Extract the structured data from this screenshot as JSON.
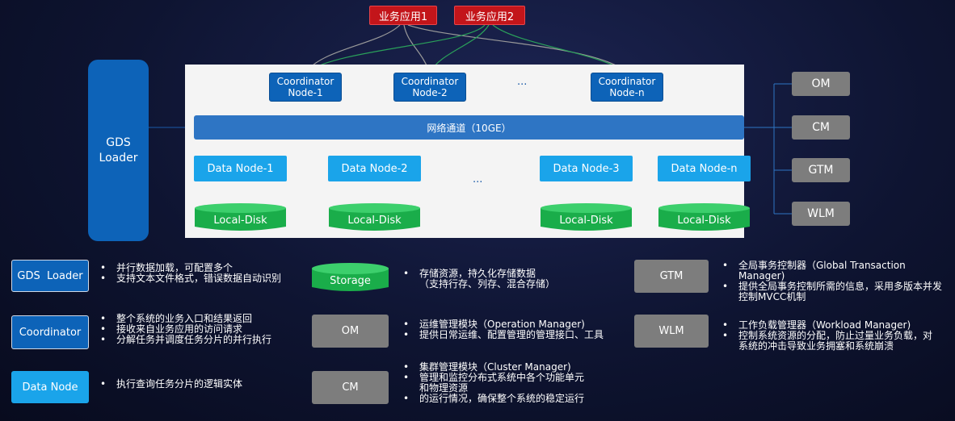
{
  "apps": [
    "业务应用1",
    "业务应用2"
  ],
  "coordinators": [
    "Coordinator\nNode-1",
    "Coordinator\nNode-2",
    "Coordinator\nNode-n"
  ],
  "ellipsis": "···",
  "network": "网络通道（10GE）",
  "data_nodes": [
    "Data Node-1",
    "Data Node-2",
    "Data Node-3",
    "Data Node-n"
  ],
  "disk_label": "Local-Disk",
  "gds_loader": "GDS\nLoader",
  "right_boxes": [
    "OM",
    "CM",
    "GTM",
    "WLM"
  ],
  "legend": {
    "gds": {
      "label": "GDS  Loader",
      "bullets": [
        "并行数据加载，可配置多个",
        "支持文本文件格式，错误数据自动识别"
      ]
    },
    "coordinator": {
      "label": "Coordinator",
      "bullets": [
        "整个系统的业务入口和结果返回",
        "接收来自业务应用的访问请求",
        "分解任务并调度任务分片的并行执行"
      ]
    },
    "datanode": {
      "label": "Data Node",
      "bullets": [
        "执行查询任务分片的逻辑实体"
      ]
    },
    "storage": {
      "label": "Storage",
      "line1": "存储资源，持久化存储数据",
      "line2": "（支持行存、列存、混合存储）"
    },
    "om": {
      "label": "OM",
      "bullets": [
        "运维管理模块（Operation Manager)",
        "提供日常运维、配置管理的管理接口、工具"
      ]
    },
    "cm": {
      "label": "CM",
      "lines": [
        "集群管理模块（Cluster Manager)",
        "管理和监控分布式系统中各个功能单元",
        "和物理资源",
        "的运行情况，确保整个系统的稳定运行"
      ]
    },
    "gtm": {
      "label": "GTM",
      "lines": [
        "全局事务控制器（Global Transaction",
        "Manager)",
        "提供全局事务控制所需的信息，采用多版本并发",
        "控制MVCC机制"
      ]
    },
    "wlm": {
      "label": "WLM",
      "lines": [
        "工作负载管理器（Workload Manager)",
        "控制系统资源的分配，防止过量业务负载，对",
        "系统的冲击导致业务拥塞和系统崩溃"
      ]
    }
  },
  "colors": {
    "coordinator": "#0d63b8",
    "network": "#2e75c4",
    "data_node": "#1aa4ea",
    "disk": "#1aad4a",
    "app": "#c3151a",
    "gray": "#7d7d7d",
    "panel": "#f4f4f4"
  }
}
